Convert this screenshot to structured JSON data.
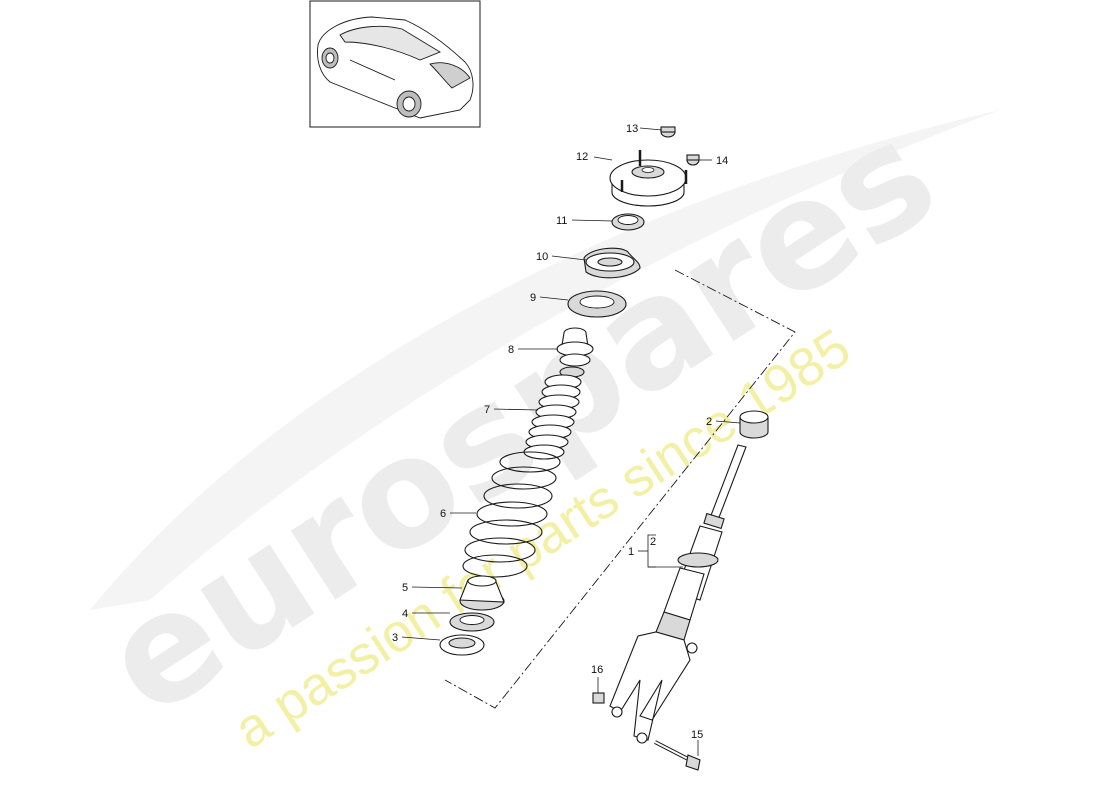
{
  "watermark": {
    "brand": "eurospares",
    "tagline": "a passion for parts since 1985"
  },
  "thumbnail": {
    "icon": "car-rear-three-quarter-icon"
  },
  "callouts": {
    "c1": "1",
    "c2": "2",
    "c2b": "2",
    "c3": "3",
    "c4": "4",
    "c5": "5",
    "c6": "6",
    "c7": "7",
    "c8": "8",
    "c9": "9",
    "c10": "10",
    "c11": "11",
    "c12": "12",
    "c13": "13",
    "c14": "14",
    "c15": "15",
    "c16": "16"
  },
  "colors": {
    "watermark_brand": "#ececec",
    "watermark_tagline": "#f3f0a6",
    "line": "#1a1a1a"
  }
}
